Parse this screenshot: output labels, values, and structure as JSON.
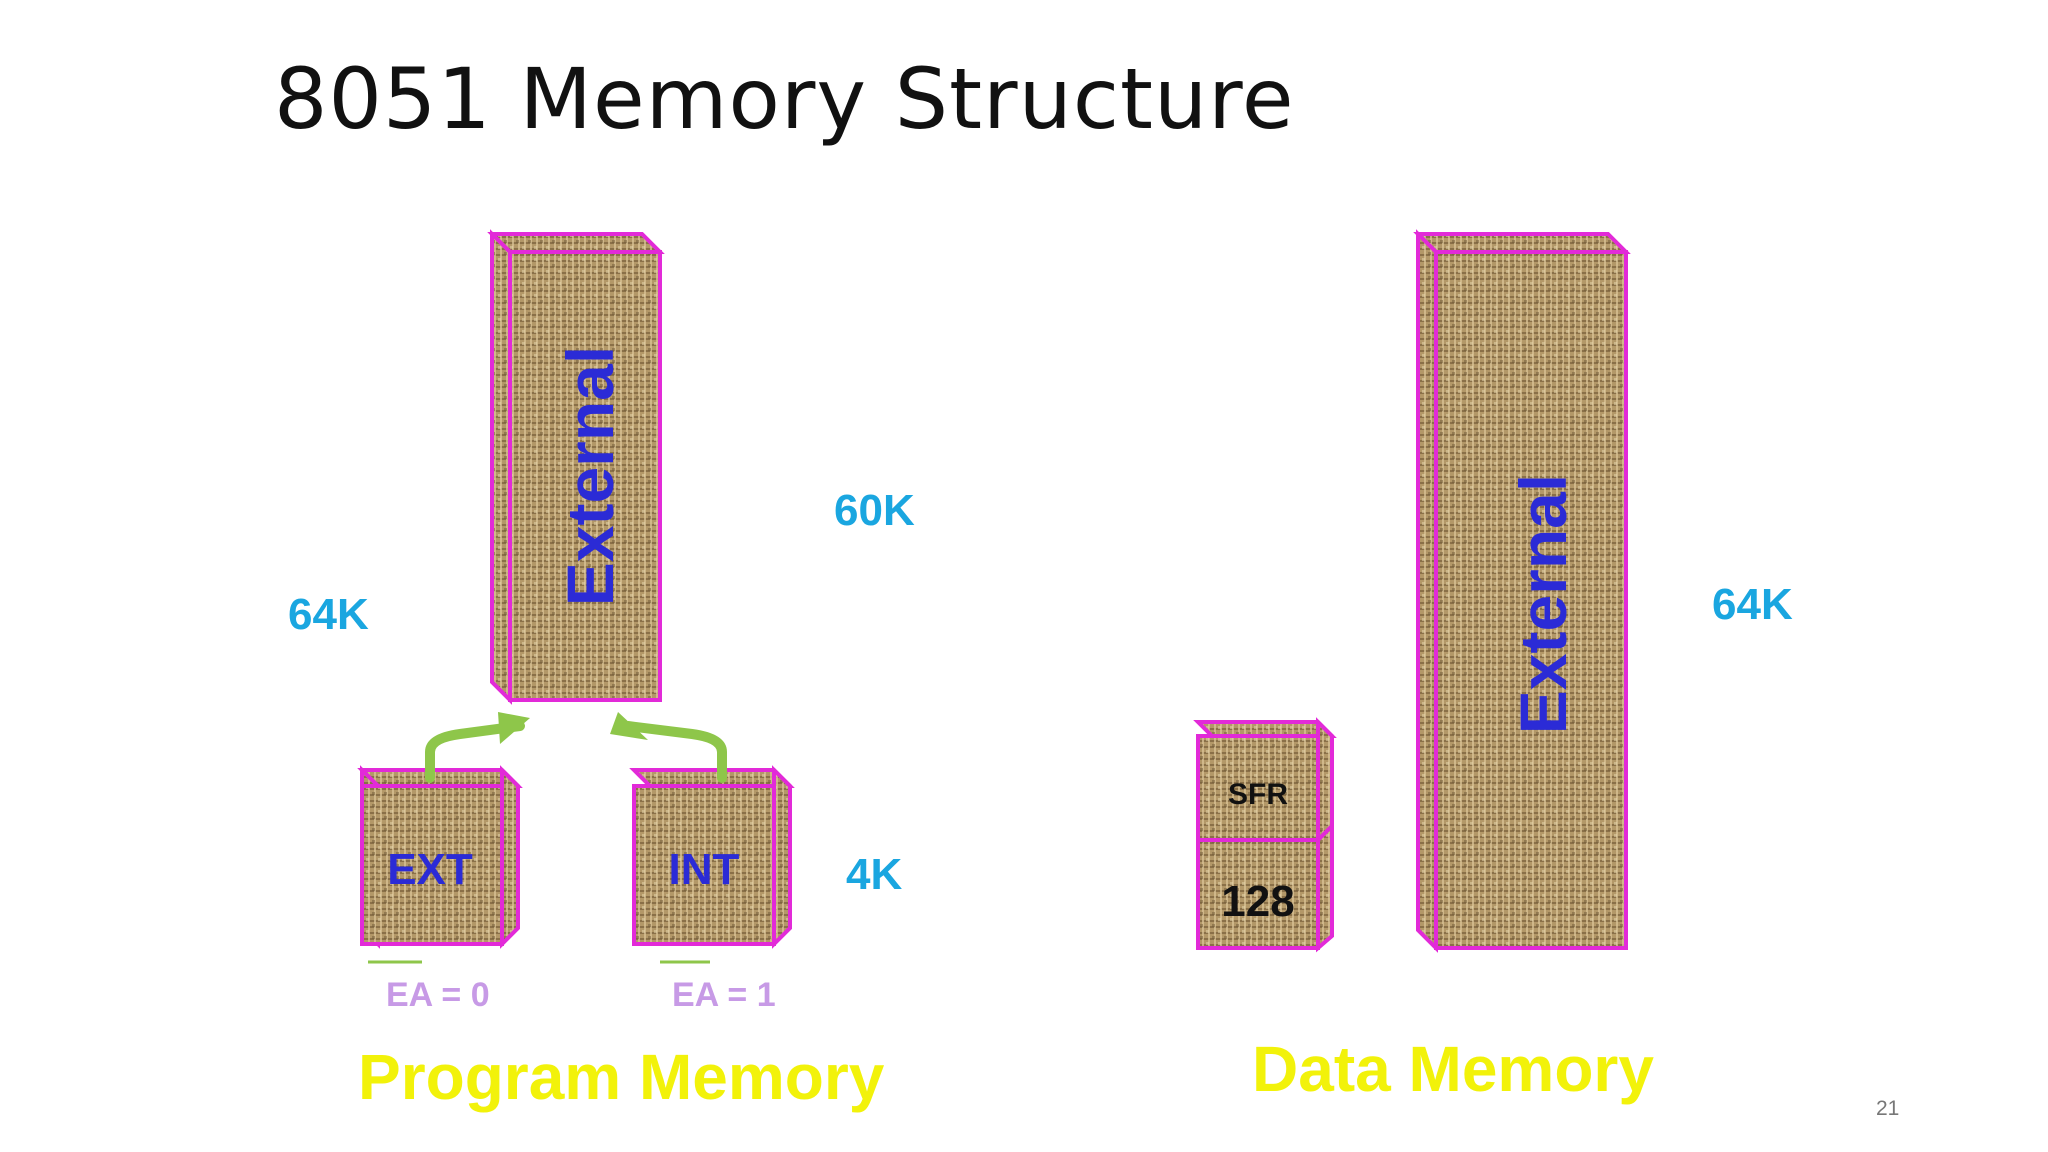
{
  "title": "8051 Memory Structure",
  "page_number": "21",
  "colors": {
    "box_border": "#e22ad8",
    "box_fill": "#b49a6a",
    "blue_text": "#2b2bd6",
    "cyan_text": "#1aa6e0",
    "arrow": "#8ec64a",
    "section_label": "#f2f20a",
    "ea_label": "#c79ae6"
  },
  "program_memory": {
    "label": "Program Memory",
    "total_size": "64K",
    "external_size": "60K",
    "internal_size": "4K",
    "external_box": "External",
    "ext_box": "EXT",
    "int_box": "INT",
    "ea0": "EA = 0",
    "ea1": "EA = 1"
  },
  "data_memory": {
    "label": "Data Memory",
    "external_box": "External",
    "external_size": "64K",
    "sfr_box": "SFR",
    "ram_box": "128"
  }
}
